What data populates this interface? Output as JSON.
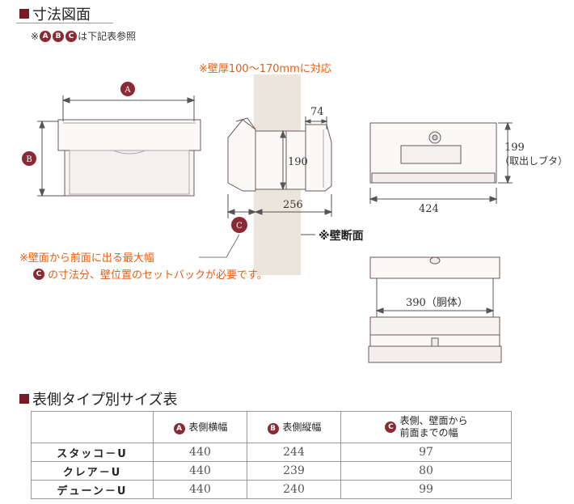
{
  "title": "寸法図面",
  "legend_note": {
    "prefix": "※",
    "badges": [
      "A",
      "B",
      "C"
    ],
    "suffix": "は下記表参照"
  },
  "wall_note": "※壁厚100～170mmに対応",
  "dims": {
    "a": "A",
    "b": "B",
    "c": "C",
    "d74": "74",
    "d190": "190",
    "d256": "256",
    "d199": "199",
    "d199_sub": "（取出しブタ）",
    "d424": "424",
    "d390": "390（胴体）"
  },
  "wall_section_label": "※壁断面",
  "max_width_note_1": "※壁面から前面に出る最大幅",
  "max_width_note_2": "の寸法分、壁位置のセットバックが必要です。",
  "table_title": "表側タイプ別サイズ表",
  "table": {
    "headers": [
      {
        "badge": "A",
        "label": "表側横幅"
      },
      {
        "badge": "B",
        "label": "表側縦幅"
      },
      {
        "badge": "C",
        "label": "表側、壁面から\n前面までの幅"
      }
    ],
    "rows": [
      {
        "name": "スタッコ－U",
        "a": "440",
        "b": "244",
        "c": "97"
      },
      {
        "name": "クレア－U",
        "a": "440",
        "b": "239",
        "c": "80"
      },
      {
        "name": "デューン－U",
        "a": "440",
        "b": "240",
        "c": "99"
      }
    ]
  },
  "colors": {
    "accent": "#7a1a26",
    "orange": "#e85d10",
    "wall": "#ece5dc"
  }
}
